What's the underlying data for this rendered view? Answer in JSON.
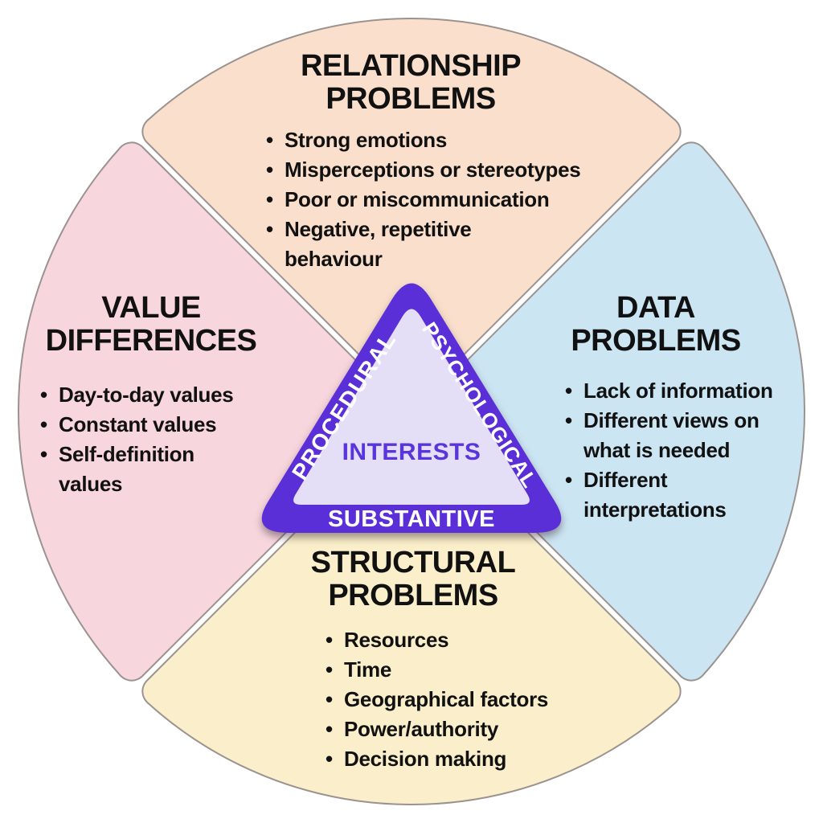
{
  "diagram": {
    "background": "#FFFFFF",
    "outline_color": "#9B9390",
    "bullet_char": "•",
    "quadrants": [
      {
        "id": "relationship",
        "position": "top",
        "color": "#FAE0CC",
        "title": "RELATIONSHIP\nPROBLEMS",
        "bullets": [
          "Strong emotions",
          "Misperceptions or stereotypes",
          "Poor or miscommunication",
          "Negative, repetitive\nbehaviour"
        ]
      },
      {
        "id": "data",
        "position": "right",
        "color": "#CBE5F3",
        "title": "DATA\nPROBLEMS",
        "bullets": [
          "Lack of information",
          "Different views on\nwhat is needed",
          "Different\ninterpretations"
        ]
      },
      {
        "id": "structural",
        "position": "bottom",
        "color": "#FAEFCA",
        "title": "STRUCTURAL\nPROBLEMS",
        "bullets": [
          "Resources",
          "Time",
          "Geographical factors",
          "Power/authority",
          "Decision making"
        ]
      },
      {
        "id": "value",
        "position": "left",
        "color": "#F8D6DE",
        "title": "VALUE\nDIFFERENCES",
        "bullets": [
          "Day-to-day values",
          "Constant values",
          "Self-definition\nvalues"
        ]
      }
    ],
    "triangle": {
      "color": "#5A2FD8",
      "inner_color": "#E4DFF6",
      "center_label": "INTERESTS",
      "center_label_color": "#5B35DC",
      "left_side_label": "PROCEDURAL",
      "right_side_label": "PSYCHOLOGICAL",
      "bottom_side_label": "SUBSTANTIVE",
      "side_label_color": "#FFFFFF"
    }
  }
}
